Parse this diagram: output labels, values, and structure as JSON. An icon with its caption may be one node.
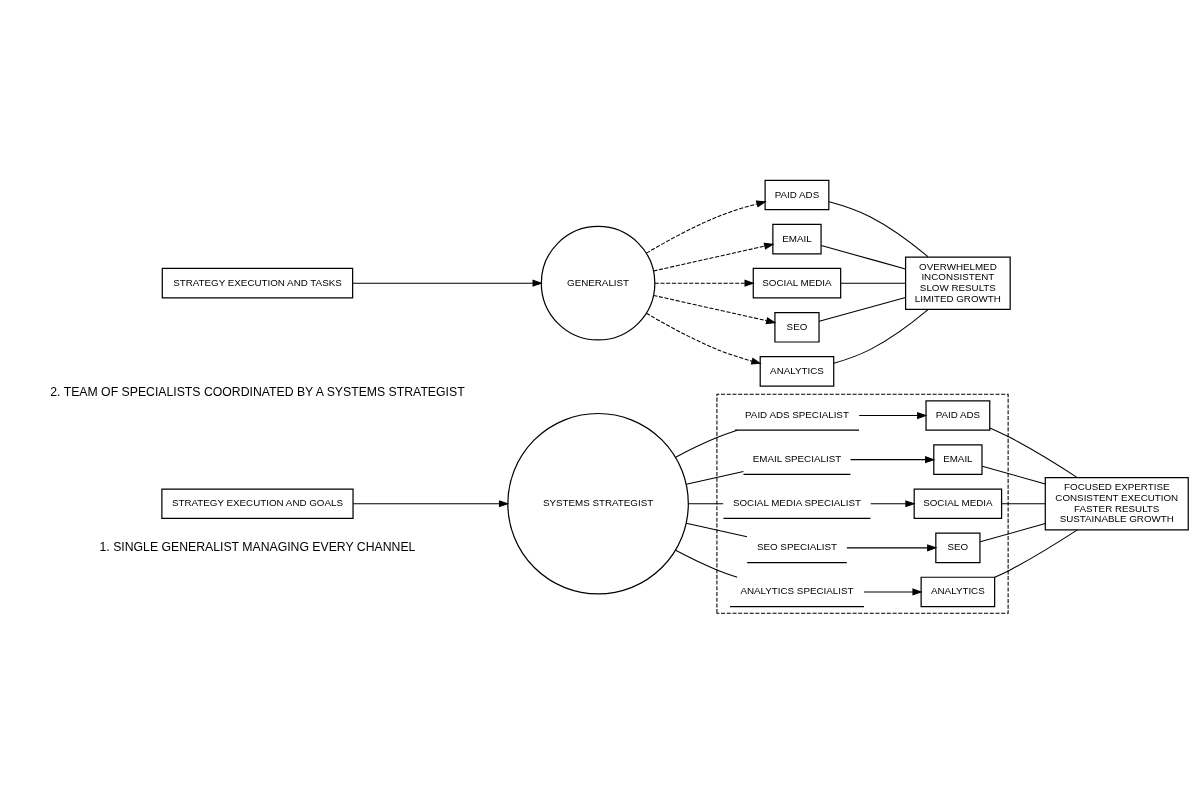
{
  "diagram": {
    "nodes": [
      {
        "text": [
          "STRATEGY EXECUTION AND TASKS"
        ]
      },
      {
        "text": [
          "GENERALIST"
        ]
      },
      {
        "text": [
          "PAID ADS"
        ]
      },
      {
        "text": [
          "EMAIL"
        ]
      },
      {
        "text": [
          "SOCIAL MEDIA"
        ]
      },
      {
        "text": [
          "SEO"
        ]
      },
      {
        "text": [
          "ANALYTICS"
        ]
      },
      {
        "text": [
          "OVERWHELMED",
          "INCONSISTENT",
          "SLOW RESULTS",
          "LIMITED GROWTH"
        ]
      },
      {
        "text": [
          "STRATEGY EXECUTION AND GOALS"
        ]
      },
      {
        "text": [
          "SYSTEMS STRATEGIST"
        ]
      },
      {
        "text": [],
        "shape": "box"
      },
      {
        "text": [
          "PAID ADS SPECIALIST"
        ],
        "in": 10
      },
      {
        "text": [
          "PAID ADS"
        ],
        "in": 10
      },
      {
        "text": [
          "EMAIL SPECIALIST"
        ],
        "in": 10
      },
      {
        "text": [
          "EMAIL"
        ],
        "in": 10
      },
      {
        "text": [
          "SOCIAL MEDIA SPECIALIST"
        ],
        "in": 10
      },
      {
        "text": [
          "SOCIAL MEDIA"
        ],
        "in": 10
      },
      {
        "text": [
          "SEO SPECIALIST"
        ],
        "in": 10
      },
      {
        "text": [
          "SEO"
        ],
        "in": 10
      },
      {
        "text": [
          "ANALYTICS SPECIALIST"
        ],
        "in": 10
      },
      {
        "text": [
          "ANALYTICS"
        ],
        "in": 10
      },
      {
        "text": [
          "FOCUSED EXPERTISE",
          "CONSISTENT EXECUTION",
          "FASTER RESULTS",
          "SUSTAINABLE GROWTH"
        ]
      }
    ],
    "edges": [
      {
        "from": 0,
        "to": 1,
        "arrow": "to"
      },
      {
        "from": 1,
        "to": 2,
        "arrow": "to",
        "style": "dashed"
      },
      {
        "from": 1,
        "to": 3,
        "arrow": "to",
        "style": "dashed"
      },
      {
        "from": 1,
        "to": 4,
        "arrow": "to",
        "style": "dashed"
      },
      {
        "from": 1,
        "to": 5,
        "arrow": "to",
        "style": "dashed"
      },
      {
        "from": 1,
        "to": 6,
        "arrow": "to",
        "style": "dashed"
      },
      {
        "from": 2,
        "to": 7,
        "arrow": "none"
      },
      {
        "from": 3,
        "to": 7,
        "arrow": "none"
      },
      {
        "from": 4,
        "to": 7,
        "arrow": "none"
      },
      {
        "from": 5,
        "to": 7,
        "arrow": "none"
      },
      {
        "from": 6,
        "to": 7,
        "arrow": "none"
      },
      {
        "from": 8,
        "to": 9,
        "arrow": "to"
      },
      {
        "from": 9,
        "to": 11,
        "arrow": "none"
      },
      {
        "from": 9,
        "to": 13,
        "arrow": "none"
      },
      {
        "from": 9,
        "to": 15,
        "arrow": "none"
      },
      {
        "from": 9,
        "to": 17,
        "arrow": "none"
      },
      {
        "from": 9,
        "to": 19,
        "arrow": "none"
      },
      {
        "from": 11,
        "to": 12,
        "arrow": "to"
      },
      {
        "from": 13,
        "to": 14,
        "arrow": "to"
      },
      {
        "from": 15,
        "to": 16,
        "arrow": "to"
      },
      {
        "from": 17,
        "to": 18,
        "arrow": "to"
      },
      {
        "from": 19,
        "to": 20,
        "arrow": "to"
      },
      {
        "from": 12,
        "to": 21,
        "arrow": "none"
      },
      {
        "from": 14,
        "to": 21,
        "arrow": "none"
      },
      {
        "from": 16,
        "to": 21,
        "arrow": "none"
      },
      {
        "from": 18,
        "to": 21,
        "arrow": "none"
      },
      {
        "from": 20,
        "to": 21,
        "arrow": "none"
      }
    ],
    "labels": [
      "1. SINGLE GENERALIST MANAGING EVERY CHANNEL",
      "2. TEAM OF SPECIALISTS COORDINATED BY A SYSTEMS STRATEGIST"
    ]
  }
}
